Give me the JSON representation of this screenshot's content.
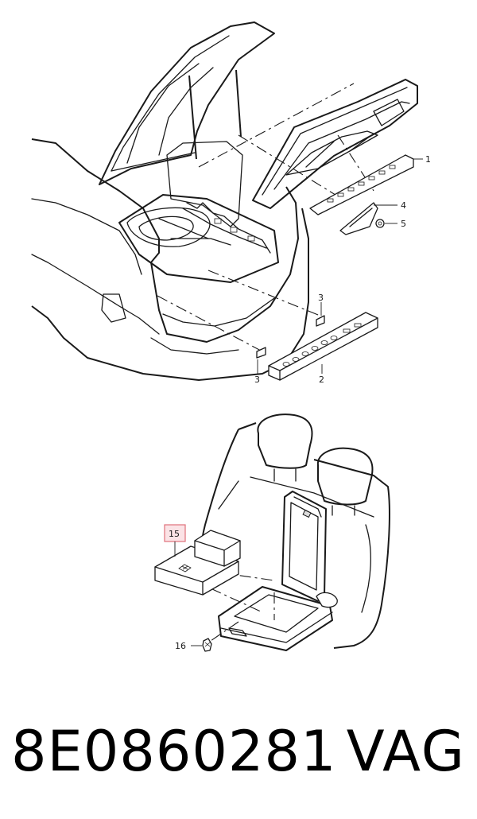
{
  "callouts": {
    "c1": "1",
    "c2": "2",
    "c3a": "3",
    "c3b": "3",
    "c4": "4",
    "c5": "5",
    "c15": "15",
    "c16": "16"
  },
  "highlight_color": "#e0707a",
  "highlight_fill": "#fbe3e6",
  "footer": {
    "part_number": "8E0860281",
    "brand": "VAG"
  }
}
